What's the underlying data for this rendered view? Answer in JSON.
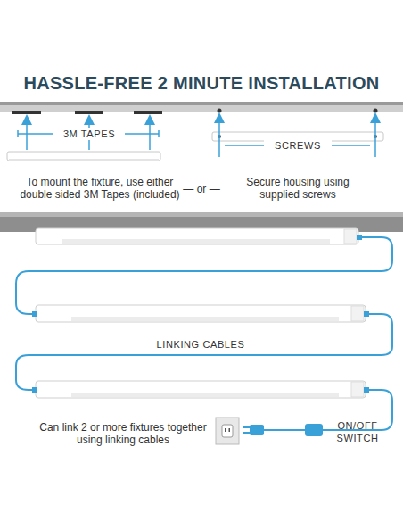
{
  "diagram": {
    "title": "HASSLE-FREE 2 MINUTE INSTALLATION",
    "labels": [
      "3M TAPES",
      "To mount the fixture, use either double sided 3M Tapes (included)",
      "— or —",
      "SCREWS",
      "Secure housing using supplied screws",
      "LINKING CABLES",
      "Can link 2 or more fixtures together using linking cables",
      "ON/OFF SWITCH"
    ]
  }
}
